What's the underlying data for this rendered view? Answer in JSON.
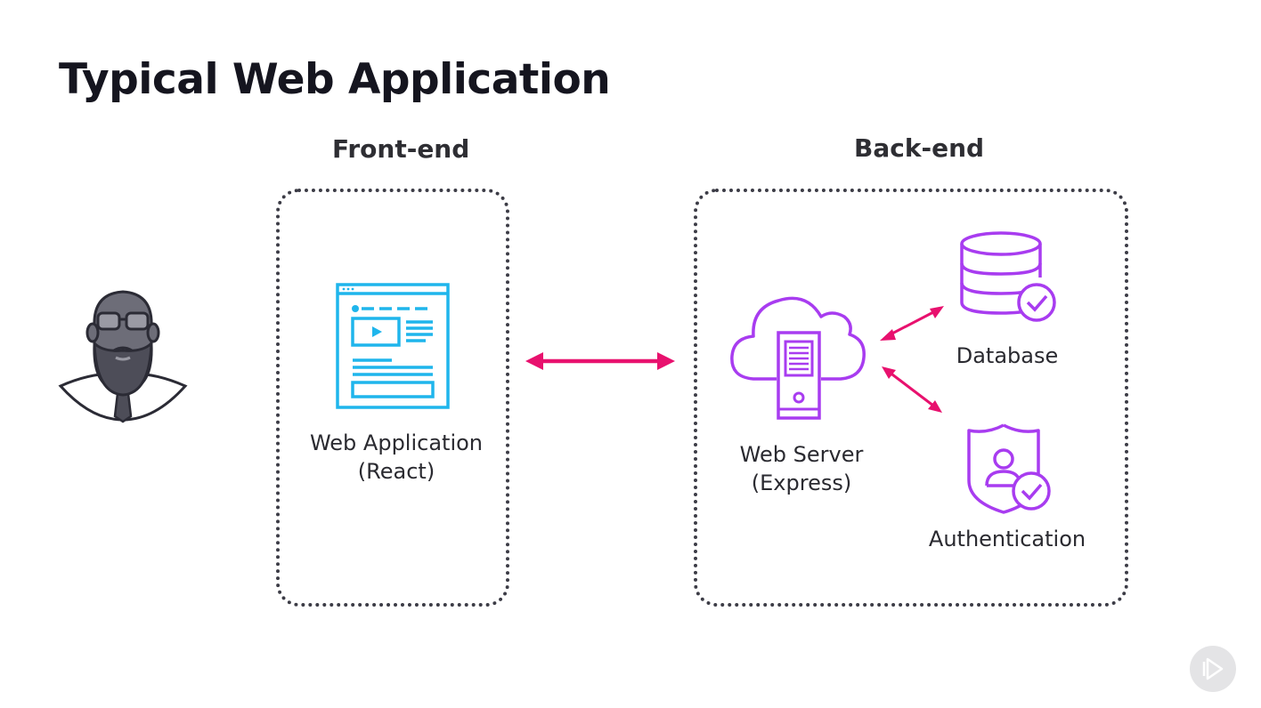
{
  "slide": {
    "title": "Typical Web Application"
  },
  "sections": {
    "frontend_label": "Front-end",
    "backend_label": "Back-end"
  },
  "components": {
    "web_app": {
      "line1": "Web Application",
      "line2": "(React)"
    },
    "web_server": {
      "line1": "Web Server",
      "line2": "(Express)"
    },
    "database": {
      "label": "Database"
    },
    "authentication": {
      "label": "Authentication"
    }
  },
  "icons": {
    "user": "user-avatar-icon",
    "web_app": "browser-window-icon",
    "web_server": "cloud-server-icon",
    "database": "database-check-icon",
    "authentication": "shield-user-check-icon",
    "player": "play-icon"
  },
  "colors": {
    "frontend_icon": "#1fb5ec",
    "backend_icon": "#a83cf0",
    "arrow": "#e8116e",
    "box_border": "#3c3c46"
  }
}
